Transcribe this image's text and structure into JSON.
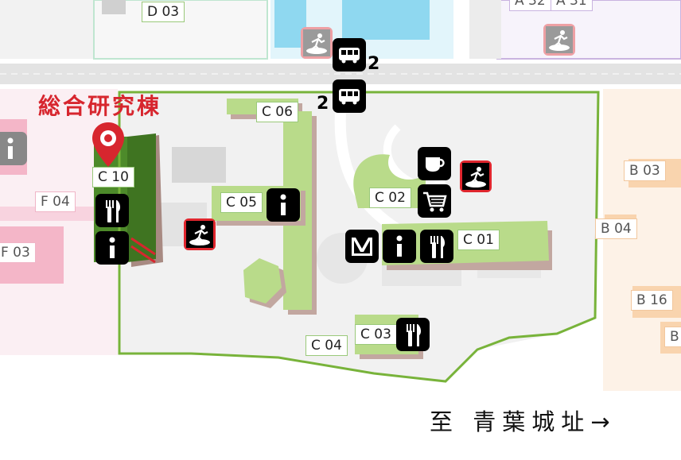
{
  "headline": "総合研究棟",
  "footer_direction": "至 青葉城址→",
  "bus_counts": {
    "top": "2",
    "bottom": "2"
  },
  "buildings": {
    "d03": "D 03",
    "a32": "A 32",
    "a31": "A 31",
    "c06": "C 06",
    "c10": "C 10",
    "c05": "C 05",
    "c02": "C 02",
    "c01": "C 01",
    "c03": "C 03",
    "c04": "C 04",
    "f04": "F 04",
    "f03": "F 03",
    "b03": "B 03",
    "b04": "B 04",
    "b16": "B 16",
    "b_partial": "B"
  },
  "icons": {
    "bus": "bus-icon",
    "restaurant": "fork-knife-icon",
    "info": "info-icon",
    "cafe": "coffee-cup-icon",
    "shop": "shopping-cart-icon",
    "locker": "locker-icon",
    "evacuation": "emergency-exit-icon",
    "pin": "location-pin-icon"
  },
  "colors": {
    "highlight_green": "#b9db8a",
    "boundary_green": "#78b33a",
    "pin_red": "#d7262e",
    "road_gray": "#e3e3e3",
    "zone_blue": "#7fd0ea",
    "zone_pink": "#f0b5c7",
    "zone_peach": "#f2c79d",
    "zone_purple": "#c9b3e0"
  }
}
